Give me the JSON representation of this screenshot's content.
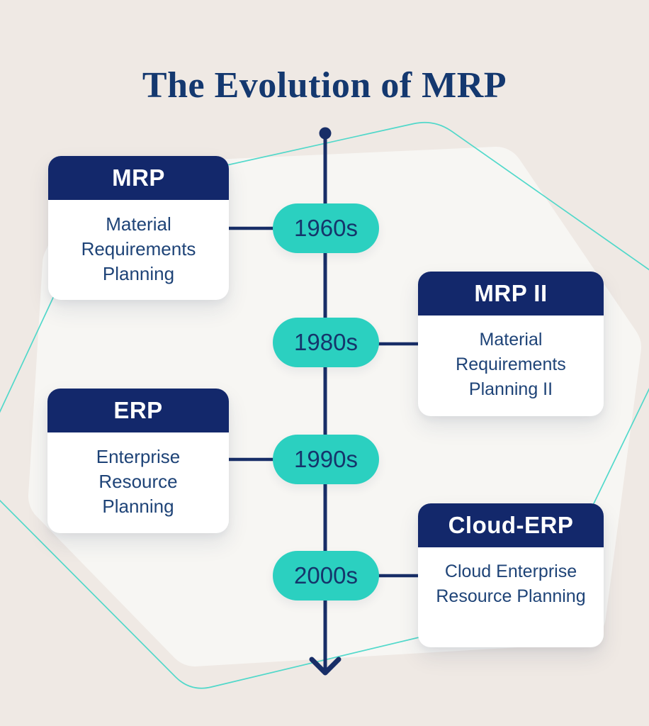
{
  "title": "The Evolution of MRP",
  "colors": {
    "background": "#EFE9E4",
    "surface_blob": "#F7F6F3",
    "card_header_navy": "#13286B",
    "body_text_navy": "#1E4377",
    "title_navy": "#14386F",
    "timeline_navy": "#182E67",
    "pill_teal": "#2BD0C0",
    "pill_text_navy": "#15356B",
    "outline_teal": "#3FD6C6",
    "card_white": "#FFFFFF"
  },
  "timeline": {
    "events": [
      {
        "era": "1960s",
        "abbr": "MRP",
        "full": "Material Requirements Planning",
        "side": "left"
      },
      {
        "era": "1980s",
        "abbr": "MRP II",
        "full": "Material Requirements Planning II",
        "side": "right"
      },
      {
        "era": "1990s",
        "abbr": "ERP",
        "full": "Enterprise Resource Planning",
        "side": "left"
      },
      {
        "era": "2000s",
        "abbr": "Cloud-ERP",
        "full": "Cloud Enterprise Resource Planning",
        "side": "right"
      }
    ]
  }
}
